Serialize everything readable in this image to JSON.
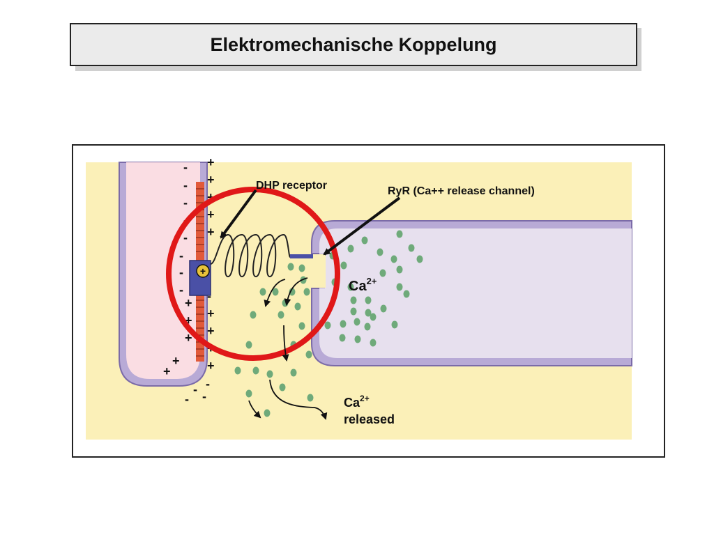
{
  "slide": {
    "title": "Elektromechanische Koppelung"
  },
  "diagram": {
    "labels": {
      "dhp_receptor": "DHP receptor",
      "ryr": "RyR (Ca++ release channel)",
      "ca_base": "Ca",
      "ca_sup": "2+",
      "released_base": "Ca",
      "released_sup": "2+",
      "released_word": "released"
    },
    "charges": {
      "minus": "-",
      "plus": "+"
    },
    "colors": {
      "background": "#fbf0b8",
      "t_tubule_fill": "#fadde3",
      "membrane": "#b8aad6",
      "membrane_edge": "#7b6ba8",
      "sr_fill": "#e7e0ee",
      "ca_dot": "#6faa7a",
      "highlight_circle": "#e01818",
      "dhp_body": "#4a50a6",
      "dhp_core": "#e8c23a",
      "channel_stripe": "#e15a3a"
    }
  }
}
